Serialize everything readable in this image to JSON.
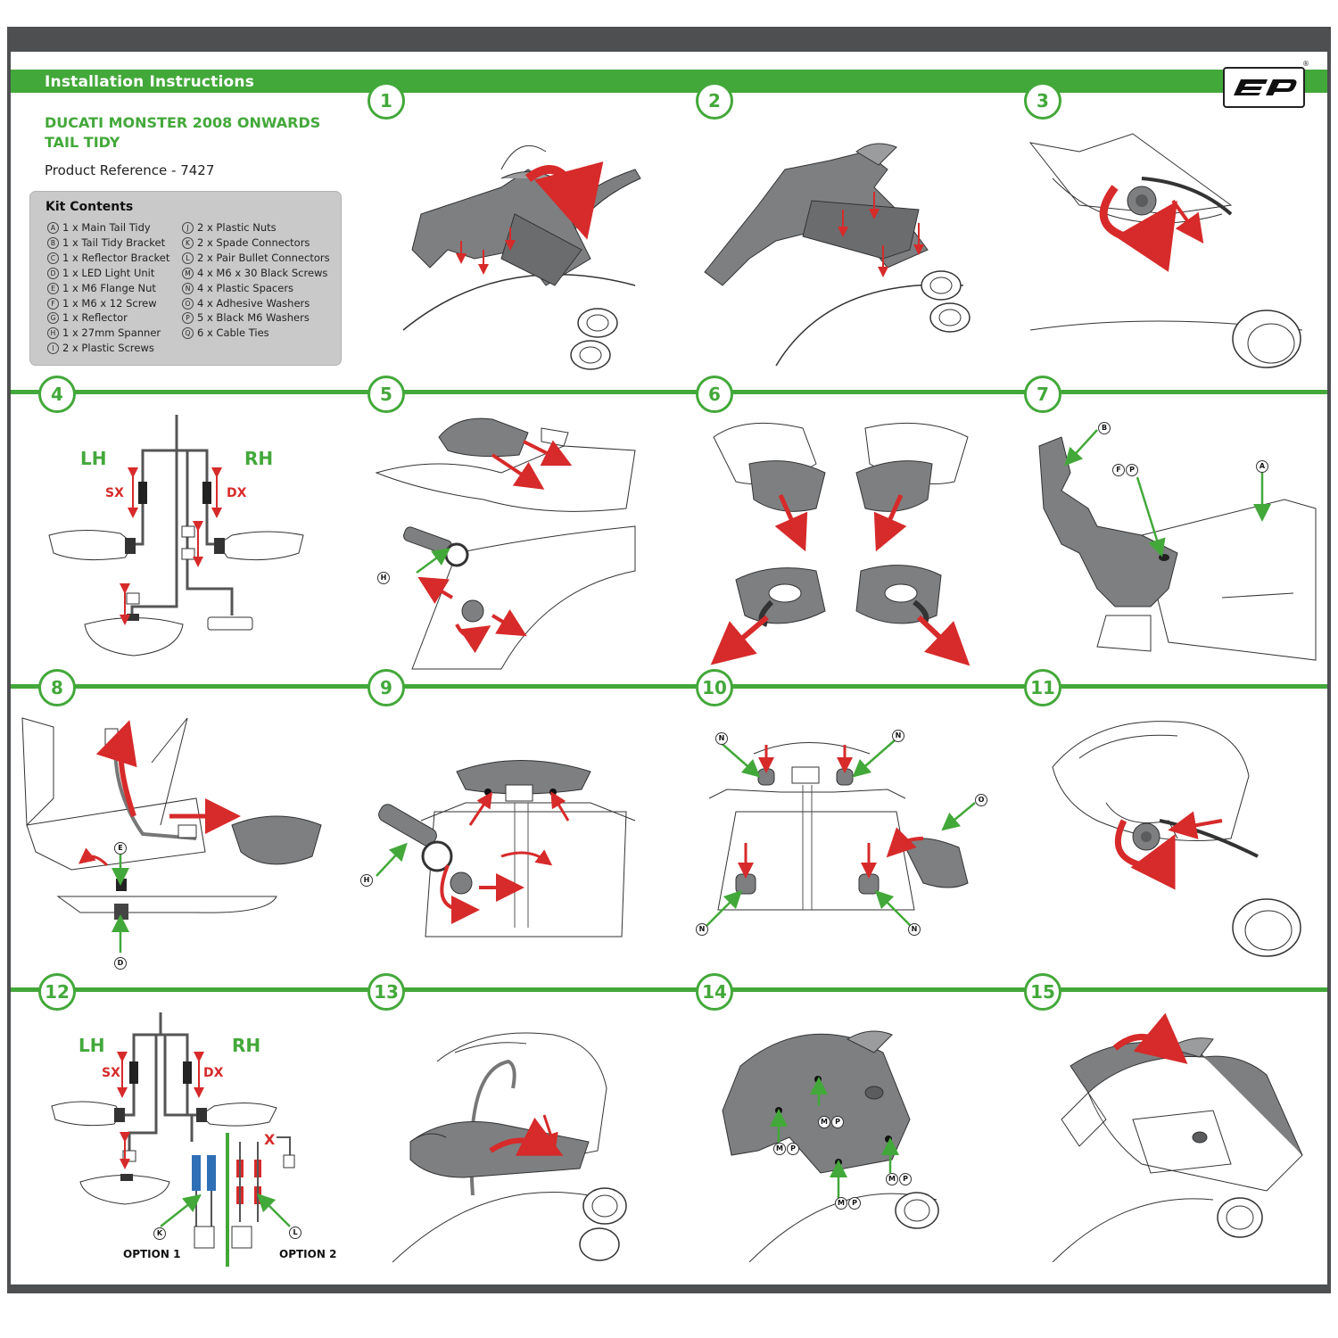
{
  "header": {
    "title": "Installation Instructions"
  },
  "product": {
    "title_line1": "DUCATI MONSTER 2008 ONWARDS",
    "title_line2": "TAIL TIDY",
    "reference": "Product Reference - 7427"
  },
  "kit": {
    "title": "Kit Contents",
    "col1": [
      {
        "letter": "A",
        "text": "1 x Main Tail Tidy"
      },
      {
        "letter": "B",
        "text": "1 x Tail Tidy Bracket"
      },
      {
        "letter": "C",
        "text": "1 x Reflector Bracket"
      },
      {
        "letter": "D",
        "text": "1 x LED Light Unit"
      },
      {
        "letter": "E",
        "text": "1 x M6 Flange Nut"
      },
      {
        "letter": "F",
        "text": "1 x M6 x 12 Screw"
      },
      {
        "letter": "G",
        "text": "1 x Reflector"
      },
      {
        "letter": "H",
        "text": "1 x 27mm Spanner"
      },
      {
        "letter": "I",
        "text": "2 x Plastic Screws"
      }
    ],
    "col2": [
      {
        "letter": "J",
        "text": "2 x Plastic Nuts"
      },
      {
        "letter": "K",
        "text": "2 x Spade Connectors"
      },
      {
        "letter": "L",
        "text": "2 x Pair Bullet Connectors"
      },
      {
        "letter": "M",
        "text": "4 x M6 x 30 Black Screws"
      },
      {
        "letter": "N",
        "text": "4 x Plastic Spacers"
      },
      {
        "letter": "O",
        "text": "4 x Adhesive Washers"
      },
      {
        "letter": "P",
        "text": "5 x Black M6 Washers"
      },
      {
        "letter": "Q",
        "text": "6 x Cable Ties"
      }
    ]
  },
  "logo": {
    "text": "EP",
    "reg": "®"
  },
  "steps": [
    "1",
    "2",
    "3",
    "4",
    "5",
    "6",
    "7",
    "8",
    "9",
    "10",
    "11",
    "12",
    "13",
    "14",
    "15"
  ],
  "wiring": {
    "lh": "LH",
    "rh": "RH",
    "sx": "SX",
    "dx": "DX",
    "x_mark": "X",
    "option1": "OPTION 1",
    "option2": "OPTION 2"
  },
  "callouts": {
    "p5_h": "H",
    "p7_b": "B",
    "p7_f": "F",
    "p7_p": "P",
    "p7_a": "A",
    "p8_e": "E",
    "p8_d": "D",
    "p9_h": "H",
    "p10_n1": "N",
    "p10_n2": "N",
    "p10_o": "O",
    "p10_n3": "N",
    "p10_n4": "N",
    "p12_k": "K",
    "p12_l": "L",
    "p14_m1": "M",
    "p14_p1": "P",
    "p14_m2": "M",
    "p14_p2": "P",
    "p14_m3": "M",
    "p14_p3": "P",
    "p14_m4": "M",
    "p14_p4": "P"
  },
  "colors": {
    "green": "#43a83a",
    "red": "#d72a2a",
    "frame": "#4d4f51",
    "part_gray": "#7d7f81"
  }
}
